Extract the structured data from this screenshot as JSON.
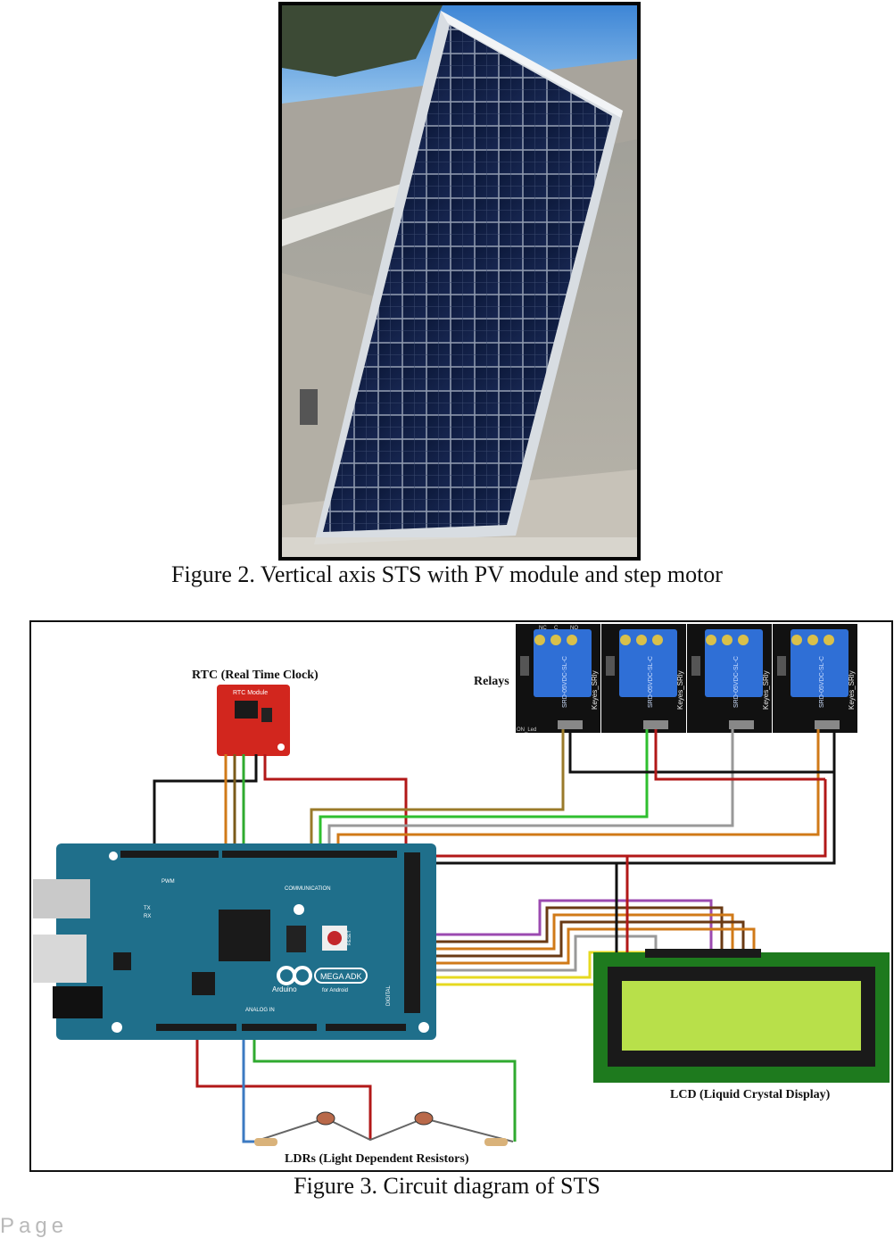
{
  "figure2": {
    "caption": "Figure 2. Vertical axis STS with PV module and step motor"
  },
  "figure3": {
    "caption": "Figure 3. Circuit diagram of STS",
    "labels": {
      "rtc": "RTC (Real Time Clock)",
      "relays": "Relays",
      "lcd": "LCD (Liquid Crystal Display)",
      "ldrs": "LDRs (Light Dependent Resistors)"
    },
    "board_text": {
      "rtc_module": "RTC Module",
      "arduino": "Arduino",
      "mega_adk": "MEGA ADK",
      "for_android": "for Android",
      "communication": "COMMUNICATION",
      "analog_in": "ANALOG IN",
      "digital": "DIGITAL",
      "pwm": "PWM",
      "reset": "RESET",
      "tx": "TX",
      "rx": "RX",
      "relay_brand": "Keyes_SRly",
      "relay_model": "SRD-05VDC-SL-C",
      "relay_nc": "NC",
      "relay_c": "C",
      "relay_no": "NO",
      "relay_on_led": "ON_Led"
    },
    "colors": {
      "arduino_board": "#1f6f8b",
      "relay_block": "#2f6fd6",
      "rtc_board": "#d2261e",
      "lcd_board": "#1e7a1e",
      "lcd_screen": "#b8e04a"
    }
  },
  "footer": {
    "page_label": "Page"
  }
}
